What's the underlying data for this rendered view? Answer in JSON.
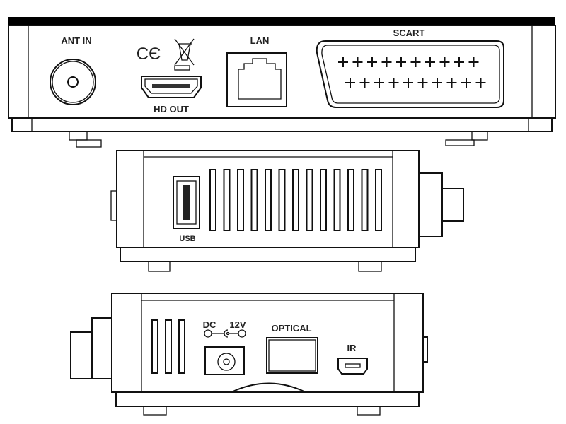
{
  "colors": {
    "line": "#111111",
    "background": "#ffffff"
  },
  "rear_panel": {
    "ant_in_label": "ANT IN",
    "hd_out_label": "HD OUT",
    "lan_label": "LAN",
    "scart_label": "SCART",
    "marks": "CE"
  },
  "side_panel": {
    "usb_label": "USB"
  },
  "front_side_panel": {
    "dc_label": "DC",
    "voltage_label": "12V",
    "optical_label": "OPTICAL",
    "ir_label": "IR"
  }
}
